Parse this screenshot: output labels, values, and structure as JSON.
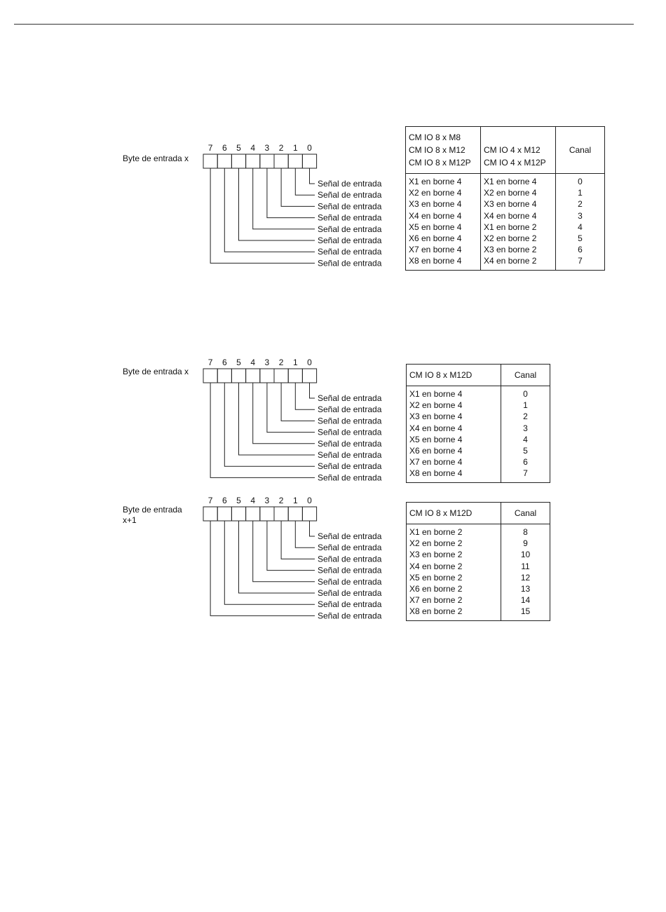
{
  "signal_label": "Señal de entrada",
  "bit_numbers": [
    "7",
    "6",
    "5",
    "4",
    "3",
    "2",
    "1",
    "0"
  ],
  "diagram1": {
    "byte_label": "Byte de entrada x",
    "table": {
      "headers": [
        [
          "CM IO 8 x M8",
          "CM IO 8 x M12",
          "CM IO 8 x M12P"
        ],
        [
          "CM IO 4 x M12",
          "CM IO 4 x M12P"
        ],
        [
          "Canal"
        ]
      ],
      "rows": [
        [
          "X1 en borne 4",
          "X1 en borne 4",
          "0"
        ],
        [
          "X2 en borne 4",
          "X2 en borne 4",
          "1"
        ],
        [
          "X3 en borne 4",
          "X3 en borne 4",
          "2"
        ],
        [
          "X4 en borne 4",
          "X4 en borne 4",
          "3"
        ],
        [
          "X5 en borne 4",
          "X1 en borne 2",
          "4"
        ],
        [
          "X6 en borne 4",
          "X2 en borne 2",
          "5"
        ],
        [
          "X7 en borne 4",
          "X3 en borne 2",
          "6"
        ],
        [
          "X8 en borne 4",
          "X4 en borne 2",
          "7"
        ]
      ]
    }
  },
  "diagram2": {
    "byte_label": "Byte de entrada x",
    "table": {
      "headers": [
        "CM IO 8 x M12D",
        "Canal"
      ],
      "rows": [
        [
          "X1 en borne 4",
          "0"
        ],
        [
          "X2 en borne 4",
          "1"
        ],
        [
          "X3 en borne 4",
          "2"
        ],
        [
          "X4 en borne 4",
          "3"
        ],
        [
          "X5 en borne 4",
          "4"
        ],
        [
          "X6 en borne 4",
          "5"
        ],
        [
          "X7 en borne 4",
          "6"
        ],
        [
          "X8 en borne 4",
          "7"
        ]
      ]
    }
  },
  "diagram3": {
    "byte_label": "Byte de entrada\nx+1",
    "table": {
      "headers": [
        "CM IO 8 x M12D",
        "Canal"
      ],
      "rows": [
        [
          "X1 en borne 2",
          "8"
        ],
        [
          "X2 en borne 2",
          "9"
        ],
        [
          "X3 en borne 2",
          "10"
        ],
        [
          "X4 en borne 2",
          "11"
        ],
        [
          "X5 en borne 2",
          "12"
        ],
        [
          "X6 en borne 2",
          "13"
        ],
        [
          "X7 en borne 2",
          "14"
        ],
        [
          "X8 en borne 2",
          "15"
        ]
      ]
    }
  }
}
